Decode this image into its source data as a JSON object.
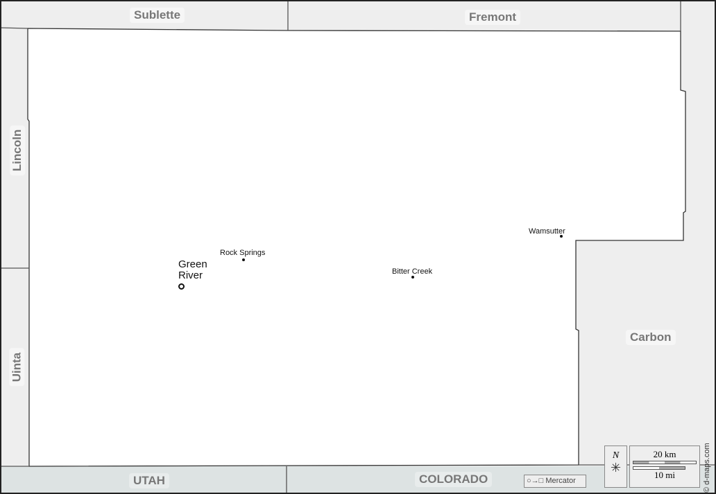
{
  "neighbors": {
    "sublette": "Sublette",
    "fremont": "Fremont",
    "lincoln": "Lincoln",
    "uinta": "Uinta",
    "carbon": "Carbon",
    "utah": "UTAH",
    "colorado": "COLORADO"
  },
  "cities": [
    {
      "name": "Green River",
      "seat": true
    },
    {
      "name": "Rock Springs"
    },
    {
      "name": "Bitter Creek"
    },
    {
      "name": "Wamsutter"
    }
  ],
  "legend": {
    "north": "N",
    "scale_km": "20 km",
    "scale_mi": "10 mi",
    "projection": "Mercator",
    "credit": "© d-maps.com"
  },
  "colors": {
    "county": "#ffffff",
    "neighbor": "#eeeeee",
    "state": "#dde3e3"
  }
}
